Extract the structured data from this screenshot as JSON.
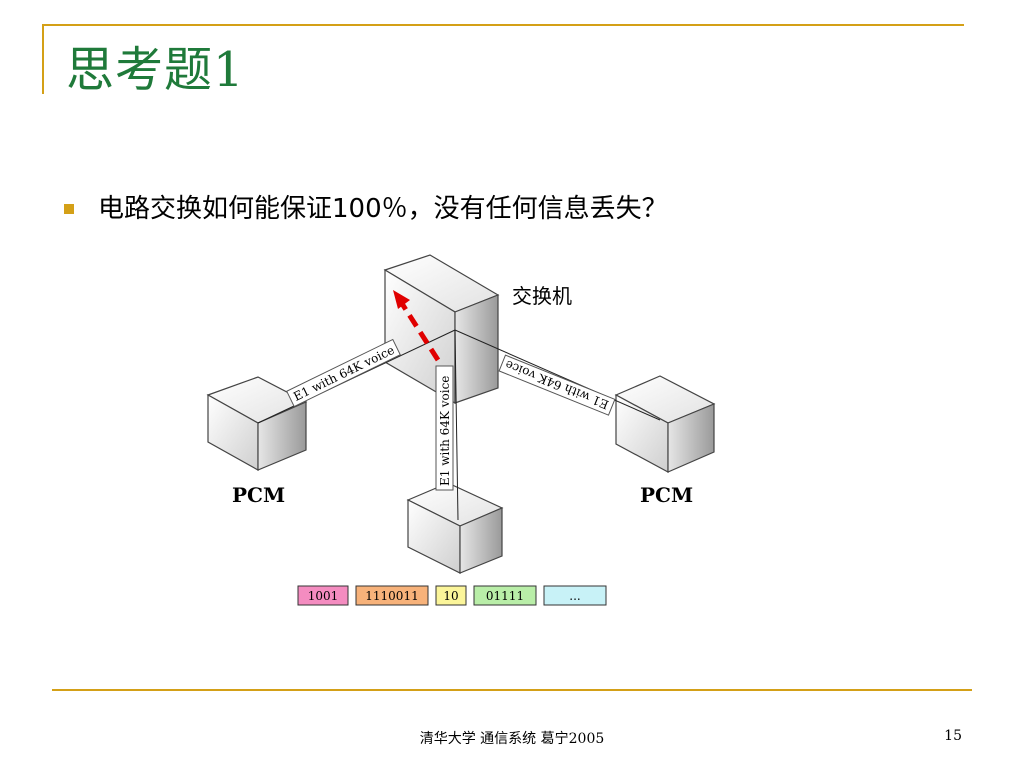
{
  "slide": {
    "title": "思考题1",
    "bullet": "电路交换如何能保证100％，没有任何信息丢失？",
    "footer": "清华大学 通信系统 葛宁2005",
    "page_number": "15"
  },
  "diagram": {
    "switch_label": "交换机",
    "pcm_left_label": "PCM",
    "pcm_right_label": "PCM",
    "link_left_label": "E1 with 64K voice",
    "link_bottom_label": "E1  with 64K voice",
    "link_right_label": "E1 with 64K voice",
    "bit_blocks": [
      {
        "text": "1001",
        "color": "#f48cc0"
      },
      {
        "text": "1110011",
        "color": "#f7b27a"
      },
      {
        "text": "10",
        "color": "#fbf59a"
      },
      {
        "text": "01111",
        "color": "#b9eea8"
      },
      {
        "text": "...",
        "color": "#c8f2f7"
      }
    ],
    "arrow_color": "#e00000"
  }
}
